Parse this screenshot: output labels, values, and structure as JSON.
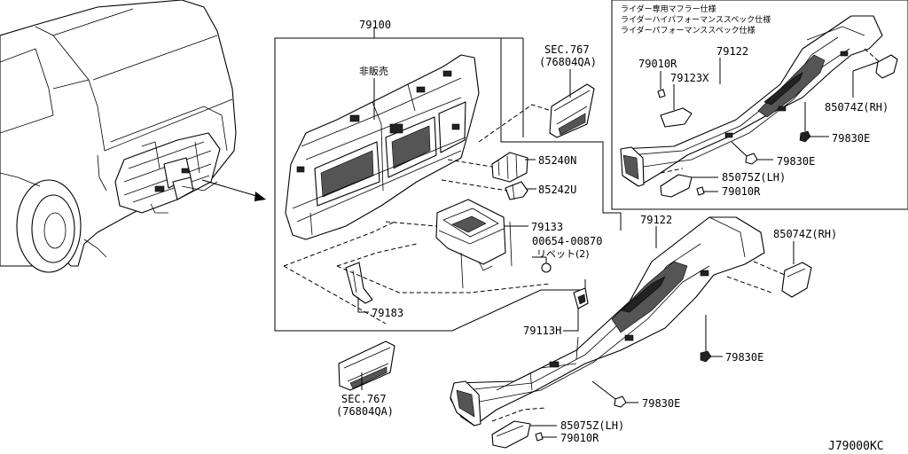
{
  "diagram": {
    "diagram_code": "J79000KC",
    "notes": [
      "ライダー専用マフラー仕様",
      "ライダーハイパフォーマンススペック仕様",
      "ライダーパフォーマンススペック仕様"
    ],
    "labels": {
      "l_79100": "79100",
      "l_hihanbai": "非販売",
      "l_sec767_top": "SEC.767",
      "l_76804qa_top": "(76804QA)",
      "l_85240n": "85240N",
      "l_85242u": "85242U",
      "l_79133": "79133",
      "l_00654": "00654-00870",
      "l_rivet": "リベット(2)",
      "l_79183": "79183",
      "l_79113h": "79113H",
      "l_sec767_bot": "SEC.767",
      "l_76804qa_bot": "(76804QA)",
      "l_79122_main": "79122",
      "l_85074z_main": "85074Z(RH)",
      "l_79830e_main_a": "79830E",
      "l_79830e_main_b": "79830E",
      "l_85075z_main": "85075Z(LH)",
      "l_79010r_main": "79010R",
      "l_79010r_inset_top": "79010R",
      "l_79122_inset": "79122",
      "l_79123x": "79123X",
      "l_85074z_inset": "85074Z(RH)",
      "l_79830e_inset_a": "79830E",
      "l_79830e_inset_b": "79830E",
      "l_85075z_inset": "85075Z(LH)",
      "l_79010r_inset_bot": "79010R"
    }
  }
}
